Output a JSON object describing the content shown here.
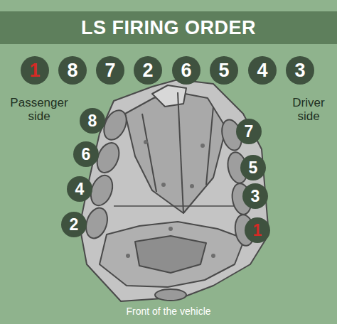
{
  "diagram": {
    "title": "LS FIRING ORDER",
    "nodes": [
      {
        "text": [
          "1"
        ]
      },
      {
        "text": [
          "8"
        ]
      },
      {
        "text": [
          "7"
        ]
      },
      {
        "text": [
          "2"
        ]
      },
      {
        "text": [
          "6"
        ]
      },
      {
        "text": [
          "5"
        ]
      },
      {
        "text": [
          "4"
        ]
      },
      {
        "text": [
          "3"
        ]
      },
      {
        "text": [
          "8"
        ]
      },
      {
        "text": [
          "6"
        ]
      },
      {
        "text": [
          "4"
        ]
      },
      {
        "text": [
          "2"
        ]
      },
      {
        "text": [
          "7"
        ]
      },
      {
        "text": [
          "5"
        ]
      },
      {
        "text": [
          "3"
        ]
      },
      {
        "text": [
          "1"
        ]
      }
    ],
    "labels": [
      "Passenger side",
      "Driver side",
      "Front of the vehicle"
    ]
  }
}
